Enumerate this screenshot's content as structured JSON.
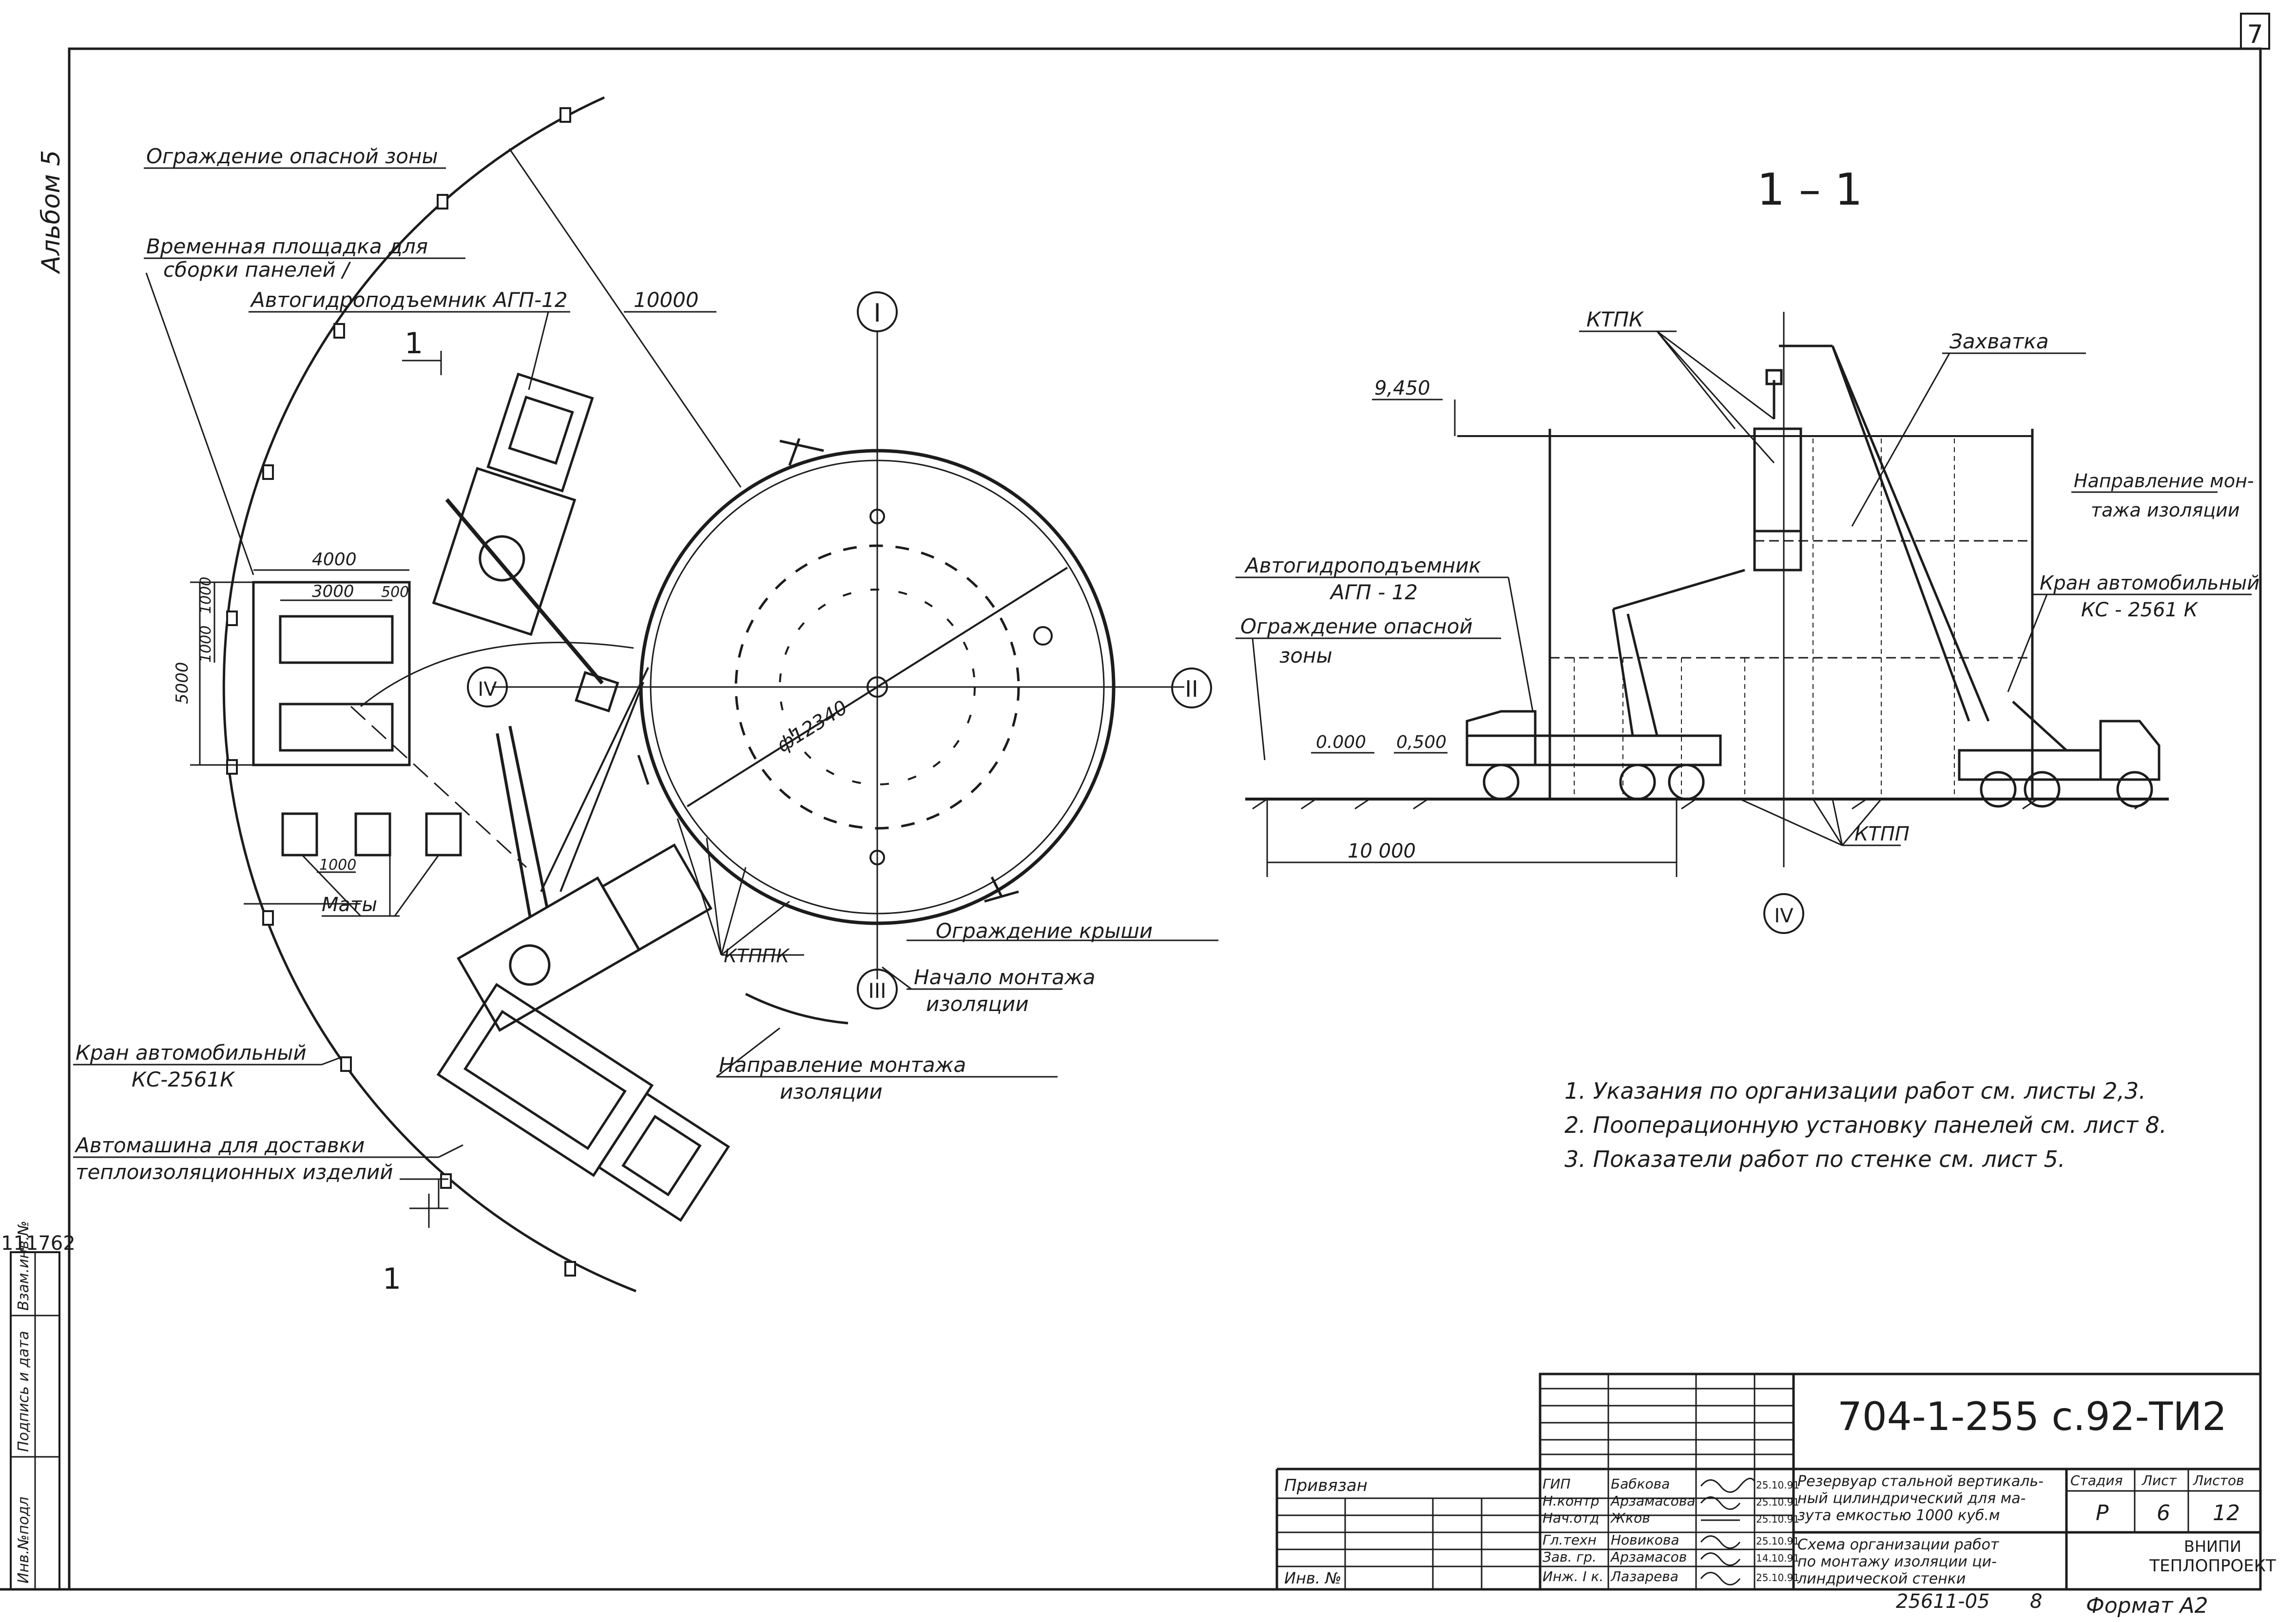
{
  "page_number": "7",
  "album_label": "Альбом 5",
  "margin_inv": "111762",
  "margin_columns": [
    "Инв.№подл",
    "Подпись и дата",
    "Взам.инв.№"
  ],
  "plan": {
    "labels": {
      "danger_fence": "Ограждение опасной зоны",
      "temp_platform_1": "Временная площадка для",
      "temp_platform_2": "сборки панелей /",
      "lift_truck": "Автогидроподъемник АГП-12",
      "dim_radius": "10000",
      "dim_4000": "4000",
      "dim_3000": "3000",
      "dim_500": "500",
      "dim_1000a": "1000",
      "dim_1000b": "1000",
      "dim_5000": "5000",
      "dim_1000_mats": "1000",
      "mats": "Маты",
      "diameter": "ф12340",
      "ktppk": "КТППК",
      "roof_fence": "Ограждение крыши",
      "mount_start_1": "Начало монтажа",
      "mount_start_2": "изоляции",
      "mount_dir_1": "Направление монтажа",
      "mount_dir_2": "изоляции",
      "crane_1": "Кран автомобильный",
      "crane_2": "КС-2561К",
      "delivery_1": "Автомашина для доставки",
      "delivery_2": "теплоизоляционных изделий",
      "section_top": "1",
      "section_bottom": "1"
    },
    "axes": [
      "I",
      "II",
      "III",
      "IV"
    ]
  },
  "section": {
    "title": "1 – 1",
    "labels": {
      "ktpk": "КТПК",
      "grip": "Захватка",
      "elev_top": "9,450",
      "mount_dir_1": "Направление мон-",
      "mount_dir_2": "тажа изоляции",
      "lift_1": "Автогидроподъемник",
      "lift_2": "АГП - 12",
      "crane_1": "Кран автомобильный",
      "crane_2": "КС - 2561 К",
      "fence_1": "Ограждение опасной",
      "fence_2": "зоны",
      "elev_0": "0.000",
      "elev_05": "0,500",
      "dim_10000": "10 000",
      "ktpp": "КТПП",
      "axis": "IV"
    }
  },
  "notes": [
    "1. Указания по организации работ см. листы 2,3.",
    "2. Пооперационную установку панелей см. лист 8.",
    "3. Показатели работ по стенке см. лист 5."
  ],
  "title_block": {
    "code": "704-1-255 с.92-ТИ2",
    "privyazan": "Привязан",
    "inv": "Инв. №",
    "roles": [
      "ГИП",
      "Н.контр",
      "Нач.отд",
      "Гл.техн",
      "Зав. гр.",
      "Инж. I к."
    ],
    "names": [
      "Бабкова",
      "Арзамасова",
      "Жков",
      "Новикова",
      "Арзамасов",
      "Лазарева"
    ],
    "dates": [
      "25.10.91",
      "25.10.91",
      "25.10.91",
      "25.10.91",
      "14.10.91",
      "25.10.91"
    ],
    "desc_1": [
      "Резервуар стальной вертикаль-",
      "ный цилиндрический для ма-",
      "зута емкостью 1000 куб.м"
    ],
    "desc_2": [
      "Схема организации работ",
      "по монтажу изоляции ци-",
      "линдрической стенки"
    ],
    "stage_h": "Стадия",
    "sheet_h": "Лист",
    "sheets_h": "Листов",
    "stage": "Р",
    "sheet": "6",
    "sheets": "12",
    "org_1": "ВНИПИ",
    "org_2": "ТЕПЛОПРОЕКТ",
    "footer_num": "25611-05",
    "footer_sheet": "8",
    "format": "Формат А2"
  }
}
